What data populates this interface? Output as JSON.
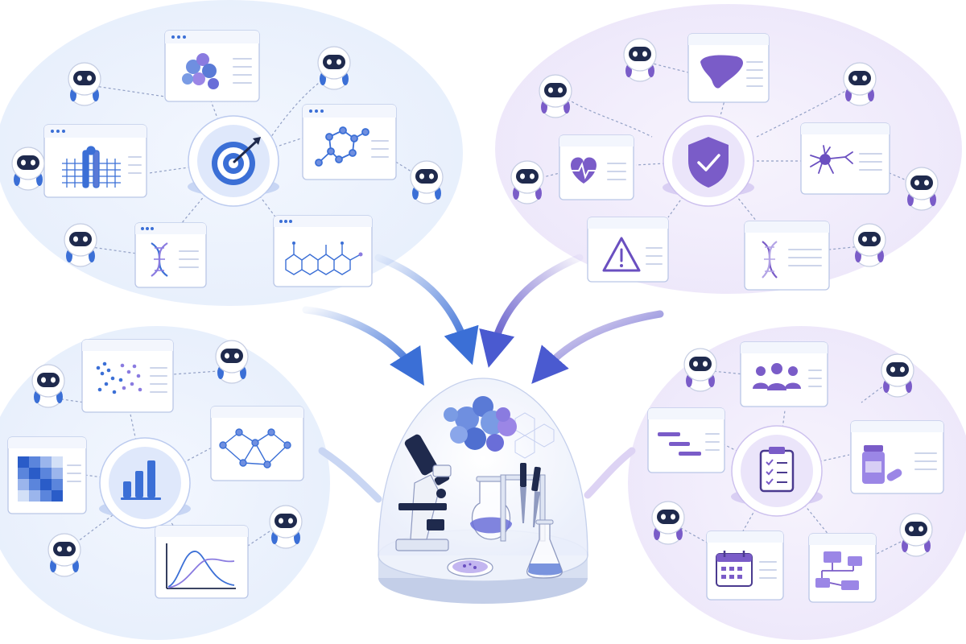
{
  "colors": {
    "blue_accent": "#3b6fd6",
    "purple_accent": "#7a5cc8",
    "blue_cluster_bg": "#eaf1fd",
    "purple_cluster_bg": "#f1edfb",
    "robot_face": "#1f2a4d"
  },
  "clusters": [
    {
      "name": "target-discovery",
      "hub_icon": "target-icon",
      "tint": "blue",
      "cards": [
        "protein-structure-icon",
        "molecule-graph-icon",
        "chemical-structure-icon",
        "dna-helix-icon",
        "membrane-receptor-icon"
      ]
    },
    {
      "name": "safety-evaluation",
      "hub_icon": "shield-check-icon",
      "tint": "purple",
      "cards": [
        "liver-icon",
        "neuron-icon",
        "dna-helix-icon",
        "warning-icon",
        "heart-rate-icon"
      ]
    },
    {
      "name": "data-analysis",
      "hub_icon": "bar-chart-icon",
      "tint": "blue",
      "cards": [
        "scatter-cluster-icon",
        "network-graph-icon",
        "line-curve-chart-icon",
        "heatmap-icon"
      ]
    },
    {
      "name": "clinical-trial-management",
      "hub_icon": "clipboard-checklist-icon",
      "tint": "purple",
      "cards": [
        "people-group-icon",
        "pill-bottle-icon",
        "flowchart-icon",
        "calendar-icon",
        "gantt-chart-icon"
      ]
    }
  ],
  "center": {
    "name": "drug-discovery-lab",
    "items": [
      "microscope-icon",
      "protein-molecule-icon",
      "flask-icon",
      "pipette-icon",
      "petri-dish-icon",
      "erlenmeyer-flask-icon"
    ]
  }
}
